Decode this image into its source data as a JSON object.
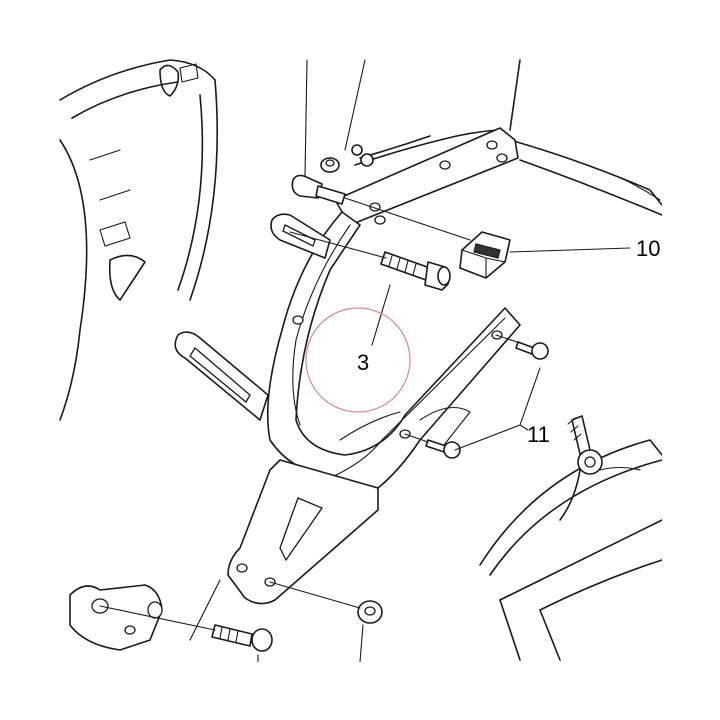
{
  "callouts": [
    {
      "label": "3"
    },
    {
      "label": "10"
    },
    {
      "label": "11"
    }
  ],
  "colors": {
    "line": "#1a1a1a",
    "highlight_circle": "#d98a8a",
    "background": "#ffffff"
  }
}
